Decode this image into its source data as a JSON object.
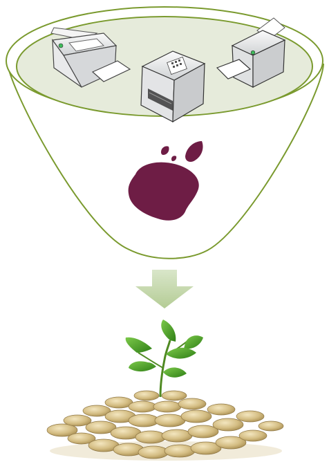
{
  "illustration": {
    "funnel": {
      "outline_color": "#7a9a2e",
      "rim_fill": "#e6ebdb",
      "body_fill": "#ffffff"
    },
    "devices": [
      {
        "name": "printer-left",
        "icon": "printer-icon"
      },
      {
        "name": "fax-center",
        "icon": "fax-icon"
      },
      {
        "name": "printer-right",
        "icon": "printer-icon"
      }
    ],
    "ink_blot": {
      "color": "#6e1d45",
      "icon": "ink-drop-icon"
    },
    "arrow": {
      "color": "#c2d5a8",
      "direction": "down"
    },
    "growth": {
      "icon": "plant-icon",
      "leaf_color": "#3f9a1f",
      "coin_color": "#c9b27a"
    }
  }
}
